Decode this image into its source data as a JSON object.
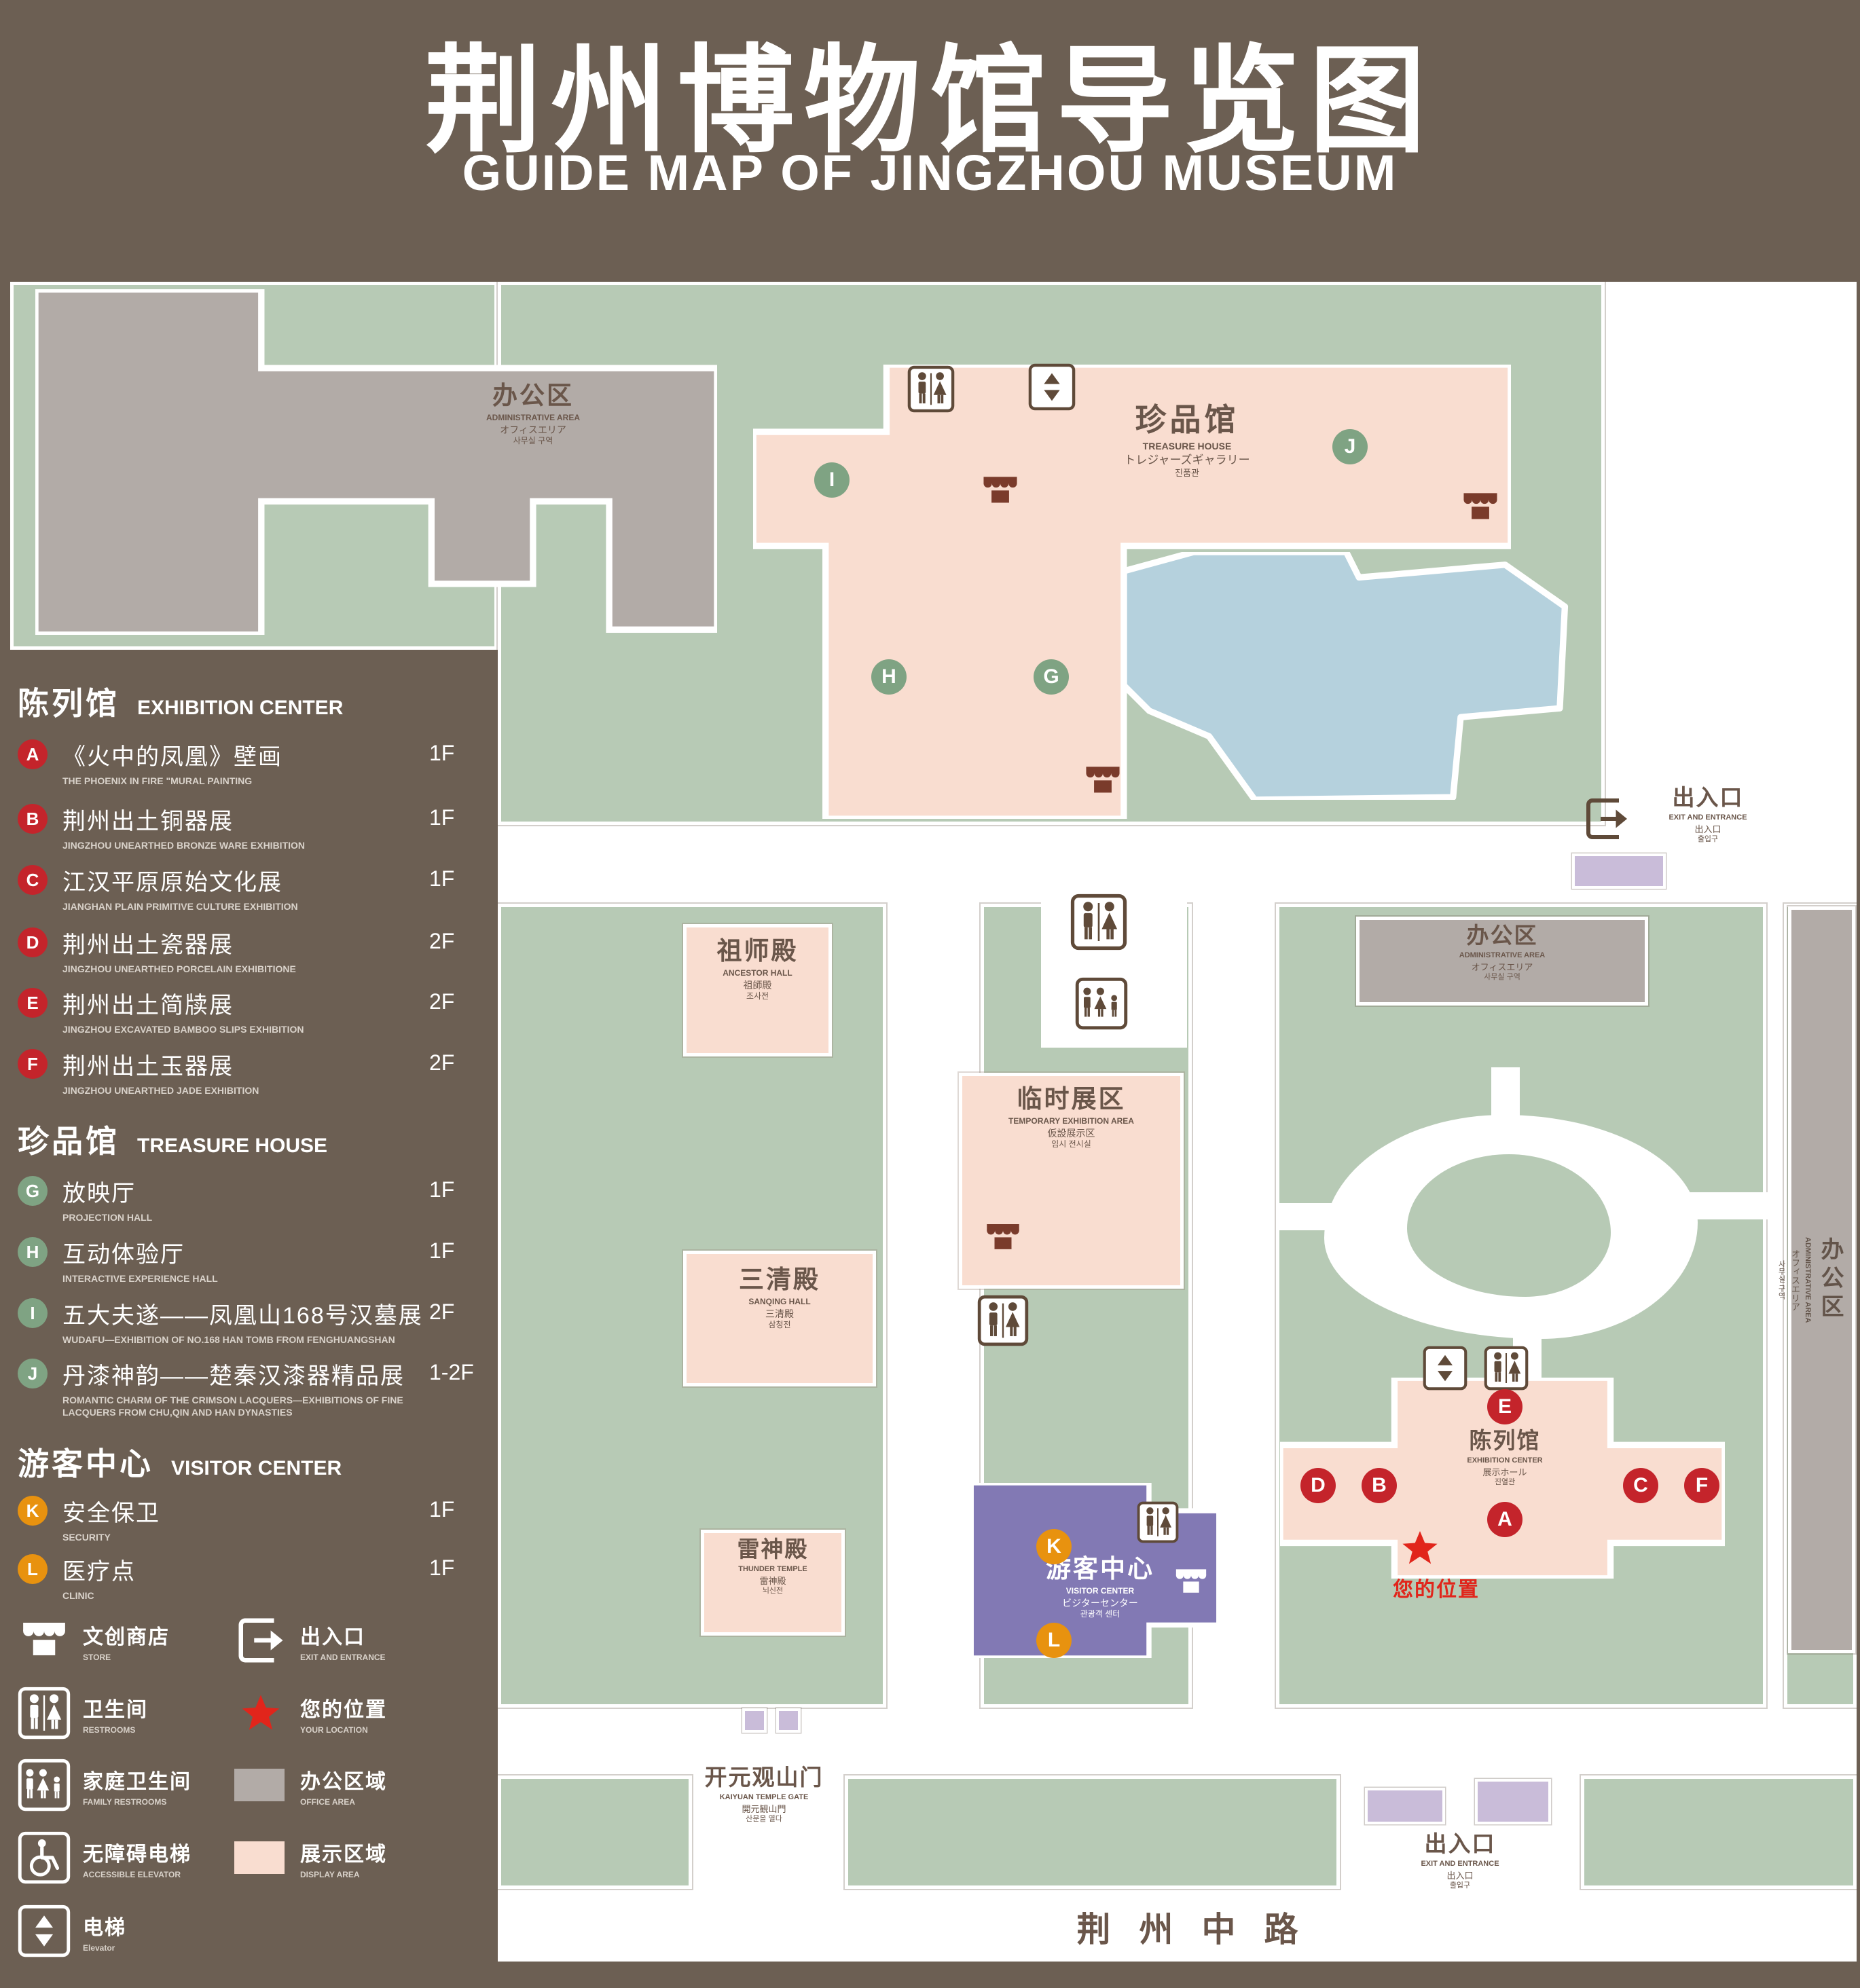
{
  "header": {
    "title_zh": "荆州博物馆导览图",
    "title_en": "GUIDE MAP OF JINGZHOU MUSEUM"
  },
  "colors": {
    "background": "#6c5f53",
    "landscape_green": "#b7cab5",
    "display_area_pink": "#f9ddd0",
    "office_area_gray": "#b2aba7",
    "water_blue": "#b5d1dd",
    "visitor_center_purple": "#8279b4",
    "entrance_purple": "#c9bcd9",
    "marker_red": "#c4242b",
    "marker_green": "#7fa383",
    "marker_orange": "#e8920f",
    "location_red": "#e1251b"
  },
  "legend": {
    "sections": [
      {
        "zh": "陈列馆",
        "en": "EXHIBITION CENTER",
        "items": [
          {
            "letter": "A",
            "zh": "《火中的凤凰》壁画",
            "en": "THE PHOENIX IN FIRE \"MURAL PAINTING",
            "floor": "1F"
          },
          {
            "letter": "B",
            "zh": "荆州出土铜器展",
            "en": "JINGZHOU UNEARTHED BRONZE WARE EXHIBITION",
            "floor": "1F"
          },
          {
            "letter": "C",
            "zh": "江汉平原原始文化展",
            "en": "JIANGHAN PLAIN PRIMITIVE CULTURE EXHIBITION",
            "floor": "1F"
          },
          {
            "letter": "D",
            "zh": "荆州出土瓷器展",
            "en": "JINGZHOU UNEARTHED PORCELAIN EXHIBITIONE",
            "floor": "2F"
          },
          {
            "letter": "E",
            "zh": "荆州出土简牍展",
            "en": "JINGZHOU EXCAVATED BAMBOO SLIPS EXHIBITION",
            "floor": "2F"
          },
          {
            "letter": "F",
            "zh": "荆州出土玉器展",
            "en": "JINGZHOU UNEARTHED JADE EXHIBITION",
            "floor": "2F"
          }
        ]
      },
      {
        "zh": "珍品馆",
        "en": "TREASURE HOUSE",
        "items": [
          {
            "letter": "G",
            "zh": "放映厅",
            "en": "PROJECTION HALL",
            "floor": "1F"
          },
          {
            "letter": "H",
            "zh": "互动体验厅",
            "en": "INTERACTIVE EXPERIENCE HALL",
            "floor": "1F"
          },
          {
            "letter": "I",
            "zh": "五大夫遂——凤凰山168号汉墓展",
            "en": "WUDAFU—EXHIBITION OF NO.168 HAN TOMB FROM FENGHUANGSHAN",
            "floor": "2F"
          },
          {
            "letter": "J",
            "zh": "丹漆神韵——楚秦汉漆器精品展",
            "en": "ROMANTIC CHARM OF THE CRIMSON LACQUERS—EXHIBITIONS OF FINE LACQUERS FROM CHU,QIN AND HAN DYNASTIES",
            "floor": "1-2F"
          }
        ]
      },
      {
        "zh": "游客中心",
        "en": "VISITOR CENTER",
        "items": [
          {
            "letter": "K",
            "zh": "安全保卫",
            "en": "SECURITY",
            "floor": "1F"
          },
          {
            "letter": "L",
            "zh": "医疗点",
            "en": "CLINIC",
            "floor": "1F"
          }
        ]
      }
    ],
    "symbols": [
      {
        "icon": "store-icon",
        "zh": "文创商店",
        "en": "STORE"
      },
      {
        "icon": "exit-icon",
        "zh": "出入口",
        "en": "EXIT AND ENTRANCE"
      },
      {
        "icon": "restroom-icon",
        "zh": "卫生间",
        "en": "RESTROOMS"
      },
      {
        "icon": "location-star-icon",
        "zh": "您的位置",
        "en": "YOUR LOCATION"
      },
      {
        "icon": "family-restroom-icon",
        "zh": "家庭卫生间",
        "en": "FAMILY RESTROOMS"
      },
      {
        "icon": "office-area-swatch",
        "zh": "办公区域",
        "en": "OFFICE AREA"
      },
      {
        "icon": "accessible-elevator-icon",
        "zh": "无障碍电梯",
        "en": "ACCESSIBLE ELEVATOR"
      },
      {
        "icon": "display-area-swatch",
        "zh": "展示区域",
        "en": "DISPLAY AREA"
      },
      {
        "icon": "elevator-icon",
        "zh": "电梯",
        "en": "Elevator"
      }
    ]
  },
  "map": {
    "buildings": {
      "admin": {
        "zh": "办公区",
        "en": "ADMINISTRATIVE AREA",
        "ja": "オフィスエリア",
        "ko": "사무실 구역"
      },
      "treasure_house": {
        "zh": "珍品馆",
        "en": "TREASURE HOUSE",
        "ja": "トレジャーズギャラリー",
        "ko": "진품관"
      },
      "ancestor_hall": {
        "zh": "祖师殿",
        "en": "ANCESTOR HALL",
        "ja": "祖師殿",
        "ko": "조사전"
      },
      "temporary": {
        "zh": "临时展区",
        "en": "TEMPORARY EXHIBITION AREA",
        "ja": "仮設展示区",
        "ko": "임시 전시실"
      },
      "sanqing_hall": {
        "zh": "三清殿",
        "en": "SANQING HALL",
        "ja": "三清殿",
        "ko": "삼청전"
      },
      "thunder_temple": {
        "zh": "雷神殿",
        "en": "THUNDER TEMPLE",
        "ja": "雷神殿",
        "ko": "뇌신전"
      },
      "visitor_center": {
        "zh": "游客中心",
        "en": "VISITOR CENTER",
        "ja": "ビジターセンター",
        "ko": "관광객 센터"
      },
      "exhibition_center": {
        "zh": "陈列馆",
        "en": "EXHIBITION CENTER",
        "ja": "展示ホール",
        "ko": "진열관"
      }
    },
    "labels": {
      "exit_top": {
        "zh": "出入口",
        "en": "EXIT AND ENTRANCE",
        "ja": "出入口",
        "ko": "출입구"
      },
      "exit_bottom": {
        "zh": "出入口",
        "en": "EXIT AND ENTRANCE",
        "ja": "出入口",
        "ko": "출입구"
      },
      "gate": {
        "zh": "开元观山门",
        "en": "KAIYUAN TEMPLE GATE",
        "ja": "開元観山門",
        "ko": "산문을 열다"
      },
      "your_location": "您的位置",
      "road": "荆州中路"
    },
    "markers": {
      "A": "A",
      "B": "B",
      "C": "C",
      "D": "D",
      "E": "E",
      "F": "F",
      "G": "G",
      "H": "H",
      "I": "I",
      "J": "J",
      "K": "K",
      "L": "L"
    }
  }
}
